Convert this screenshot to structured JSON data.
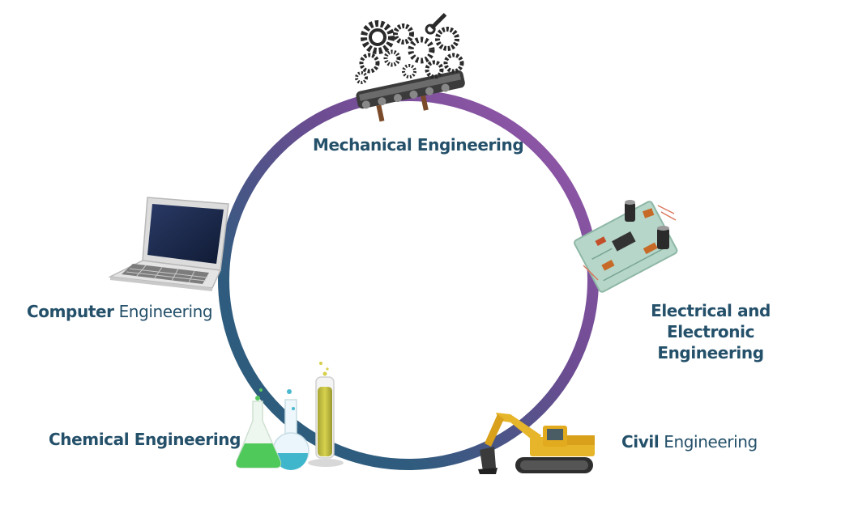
{
  "diagram": {
    "ring_colors": {
      "top": "#8e55a7",
      "right": "#7a4f9e",
      "bottom": "#2e5f80",
      "left": "#2f4f7a"
    },
    "nodes": [
      {
        "id": "mechanical",
        "icon": "gears-conveyor-icon",
        "label_lines": [
          "Mechanical Engineering"
        ]
      },
      {
        "id": "electrical",
        "icon": "circuit-board-icon",
        "label_lines": [
          "Electrical and Electronic",
          "Engineering"
        ]
      },
      {
        "id": "civil",
        "icon": "excavator-icon",
        "label_bold": "Civil",
        "label_rest": " Engineering"
      },
      {
        "id": "chemical",
        "icon": "lab-glassware-icon",
        "label_lines": [
          "Chemical Engineering"
        ]
      },
      {
        "id": "computer",
        "icon": "laptop-icon",
        "label_bold": "Computer",
        "label_rest": " Engineering"
      }
    ]
  }
}
